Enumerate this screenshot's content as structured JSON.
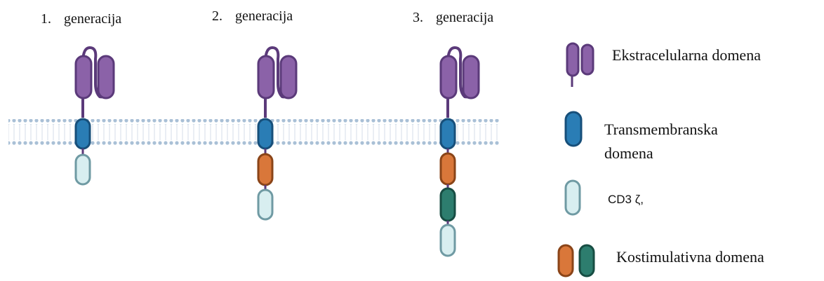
{
  "generations": [
    {
      "number": "1.",
      "label": "generacija"
    },
    {
      "number": "2.",
      "label": "generacija"
    },
    {
      "number": "3.",
      "label": "generacija"
    }
  ],
  "legend": {
    "extracellular": "Ekstracelularna domena",
    "transmembrane_line1": "Transmembranska",
    "transmembrane_line2": "domena",
    "cd3": "CD3 ζ,",
    "costimulatory": "Kostimulativna domena"
  },
  "colors": {
    "extracellular": "#8b62a8",
    "extracellular_stroke": "#5b3a7a",
    "transmembrane": "#2a7db5",
    "transmembrane_stroke": "#174f7a",
    "cd3": "#d8eef0",
    "cd3_stroke": "#6f9aa3",
    "costim_orange": "#d9773a",
    "costim_orange_stroke": "#8a4418",
    "costim_green": "#2d7d6e",
    "costim_green_stroke": "#174d43",
    "membrane": "#a9c0d6"
  }
}
